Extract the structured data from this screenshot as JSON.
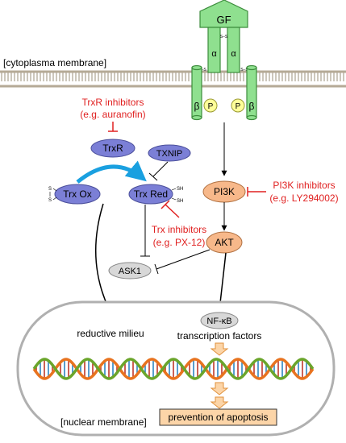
{
  "labels": {
    "membrane": "[cytoplasma membrane]",
    "nuclear_membrane": "[nuclear membrane]",
    "gf": "GF",
    "alpha": "α",
    "beta": "β",
    "p": "P",
    "ss": "S–S",
    "trxr_inhibitors_line1": "TrxR inhibitors",
    "trxr_inhibitors_line2": "(e.g. auranofin)",
    "trxr": "TrxR",
    "txnip": "TXNIP",
    "trx_ox": "Trx Ox",
    "trx_red": "Trx Red",
    "s": "S",
    "sh": "SH",
    "trx_inhibitors_line1": "Trx inhibitors",
    "trx_inhibitors_line2": "(e.g. PX-12)",
    "pi3k": "PI3K",
    "pi3k_inhibitors_line1": "PI3K inhibitors",
    "pi3k_inhibitors_line2": "(e.g. LY294002)",
    "akt": "AKT",
    "ask1": "ASK1",
    "nfkb": "NF-κB",
    "reductive_milieu": "reductive milieu",
    "transcription_factors": "transcription factors",
    "prevention_of_apoptosis": "prevention of apoptosis"
  },
  "colors": {
    "green_fill": "#8fe08f",
    "green_stroke": "#3c8c3c",
    "yellow_fill": "#ffff99",
    "purple_fill": "#7b7fd6",
    "orange_fill": "#f7b88a",
    "orange_box": "#fcd5a8",
    "gray_fill": "#d8d8d8",
    "red": "#e02020",
    "blue_arrow": "#1aa0e0",
    "membrane": "#b5aa96",
    "dna_orange": "#e8731f",
    "dna_green": "#6aa52b",
    "dna_rung_red": "#c0392b",
    "dna_rung_blue": "#2e86c1"
  }
}
